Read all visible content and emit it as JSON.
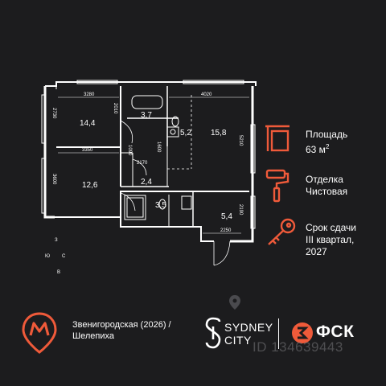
{
  "plan": {
    "rooms": [
      {
        "area": "14,4"
      },
      {
        "area": "3,7"
      },
      {
        "area": "5,2"
      },
      {
        "area": "15,8"
      },
      {
        "area": "12,6"
      },
      {
        "area": "2,4"
      },
      {
        "area": "3,5"
      },
      {
        "area": "5,4"
      }
    ],
    "dimensions": [
      "3280",
      "2010",
      "2730",
      "4020",
      "5210",
      "1600",
      "3350",
      "1090",
      "2170",
      "3600",
      "2190",
      "2250"
    ],
    "compass": [
      "З",
      "Ю",
      "С",
      "В"
    ]
  },
  "info": {
    "area_label": "Площадь",
    "area_value": "63 м",
    "area_sup": "2",
    "finish_label": "Отделка",
    "finish_value": "Чистовая",
    "delivery_label": "Срок сдачи",
    "delivery_value_1": "III квартал,",
    "delivery_value_2": "2027"
  },
  "footer": {
    "metro_line_1": "Звенигородская (2026) /",
    "metro_line_2": "Шелепиха",
    "brand_line_1": "SYDNEY",
    "brand_line_2": "CITY",
    "developer": "ФСК",
    "watermark": "ID 134639443"
  },
  "colors": {
    "accent": "#ef5a3a",
    "background": "#1c1c1e",
    "line": "#ffffff"
  }
}
